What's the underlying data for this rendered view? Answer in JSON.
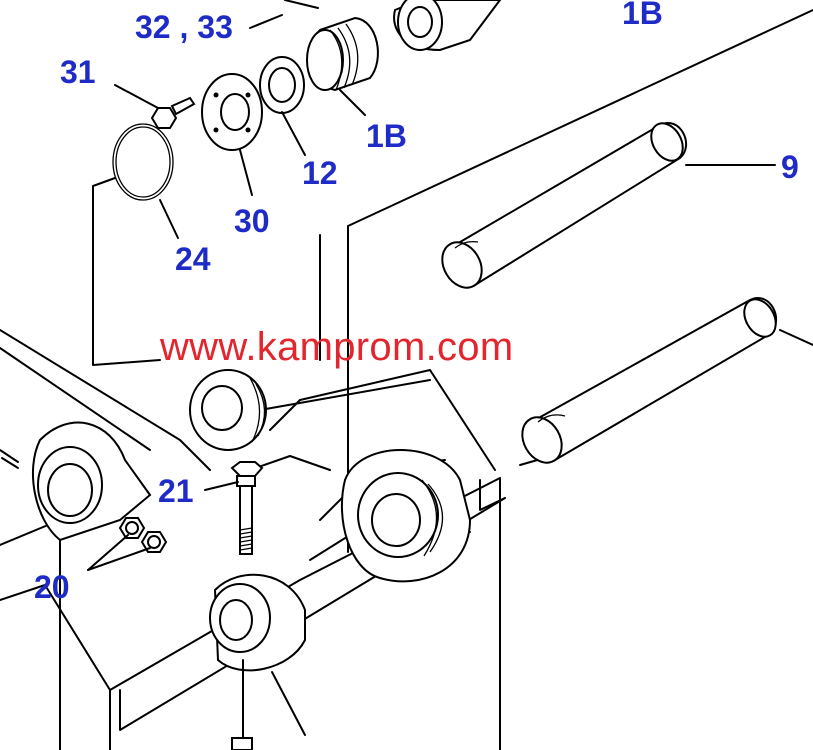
{
  "watermark": {
    "text": "www.kamprom.com",
    "color": "#e3262d"
  },
  "callout_color": "#1f2bc6",
  "callouts": {
    "c32_33": "32 , 33",
    "c1b_top": "1B",
    "c31": "31",
    "c1b": "1B",
    "c9": "9",
    "c12": "12",
    "c30": "30",
    "c24": "24",
    "c21": "21",
    "c20": "20"
  }
}
